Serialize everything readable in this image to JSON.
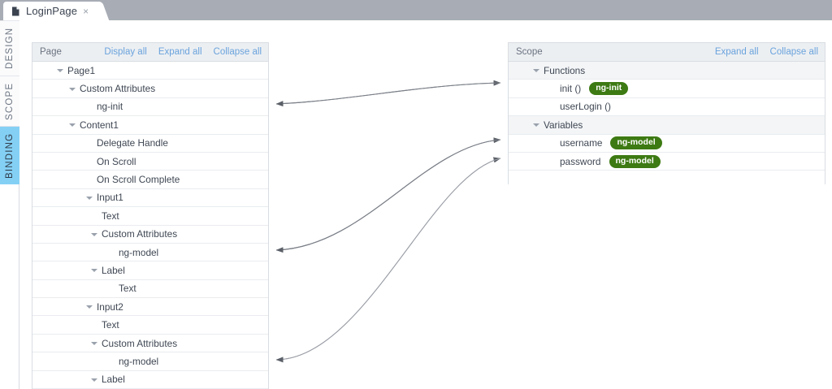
{
  "window": {
    "tab": {
      "label": "LoginPage",
      "icon": "page-file-icon",
      "close": "×"
    },
    "tabbar_color": "#a8adb5"
  },
  "side_tabs": [
    {
      "label": "DESIGN",
      "active": false
    },
    {
      "label": "SCOPE",
      "active": false
    },
    {
      "label": "BINDING",
      "active": true,
      "active_color": "#84d0f5"
    }
  ],
  "left_panel": {
    "title": "Page",
    "actions": [
      {
        "label": "Display all"
      },
      {
        "label": "Expand all"
      },
      {
        "label": "Collapse all"
      }
    ],
    "rows": [
      {
        "label": "Page1",
        "indent": 1,
        "caret": true,
        "group": false
      },
      {
        "label": "Custom Attributes",
        "indent": 2,
        "caret": true,
        "group": false
      },
      {
        "label": "ng-init",
        "indent": 3,
        "caret": false,
        "group": false
      },
      {
        "label": "Content1",
        "indent": 2,
        "caret": true,
        "group": false
      },
      {
        "label": "Delegate Handle",
        "indent": 3,
        "caret": false,
        "group": false
      },
      {
        "label": "On Scroll",
        "indent": 3,
        "caret": false,
        "group": false
      },
      {
        "label": "On Scroll Complete",
        "indent": 3,
        "caret": false,
        "group": false
      },
      {
        "label": "Input1",
        "indent": 3,
        "caret": true,
        "group": false
      },
      {
        "label": "Text",
        "indent": 4,
        "caret": false,
        "group": false
      },
      {
        "label": "Custom Attributes",
        "indent": 4,
        "caret": true,
        "group": false
      },
      {
        "label": "ng-model",
        "indent": 5,
        "caret": false,
        "group": false
      },
      {
        "label": "Label",
        "indent": 4,
        "caret": true,
        "group": false
      },
      {
        "label": "Text",
        "indent": 5,
        "caret": false,
        "group": false
      },
      {
        "label": "Input2",
        "indent": 3,
        "caret": true,
        "group": false
      },
      {
        "label": "Text",
        "indent": 4,
        "caret": false,
        "group": false
      },
      {
        "label": "Custom Attributes",
        "indent": 4,
        "caret": true,
        "group": false
      },
      {
        "label": "ng-model",
        "indent": 5,
        "caret": false,
        "group": false
      },
      {
        "label": "Label",
        "indent": 4,
        "caret": true,
        "group": false
      }
    ]
  },
  "right_panel": {
    "title": "Scope",
    "actions": [
      {
        "label": "Expand all"
      },
      {
        "label": "Collapse all"
      }
    ],
    "rows": [
      {
        "label": "Functions",
        "indent": 1,
        "caret": true,
        "group": true,
        "badge": null
      },
      {
        "label": "init ()",
        "indent": 2,
        "caret": false,
        "group": false,
        "badge": "ng-init"
      },
      {
        "label": "userLogin ()",
        "indent": 2,
        "caret": false,
        "group": false,
        "badge": null
      },
      {
        "label": "Variables",
        "indent": 1,
        "caret": true,
        "group": true,
        "badge": null
      },
      {
        "label": "username",
        "indent": 2,
        "caret": false,
        "group": false,
        "badge": "ng-model"
      },
      {
        "label": "password",
        "indent": 2,
        "caret": false,
        "group": false,
        "badge": "ng-model"
      },
      {
        "label": "",
        "indent": 1,
        "caret": false,
        "group": false,
        "badge": null,
        "blank": true
      }
    ],
    "badge_color": "#3d7a13"
  },
  "connections": [
    {
      "from": "ng-init (Page1 / Custom Attributes)",
      "to": "init ()",
      "bidirectional": true
    },
    {
      "from": "ng-model (Input1 / Custom Attributes)",
      "to": "username",
      "bidirectional": true
    },
    {
      "from": "ng-model (Input2 / Custom Attributes)",
      "to": "password",
      "bidirectional": true
    }
  ]
}
